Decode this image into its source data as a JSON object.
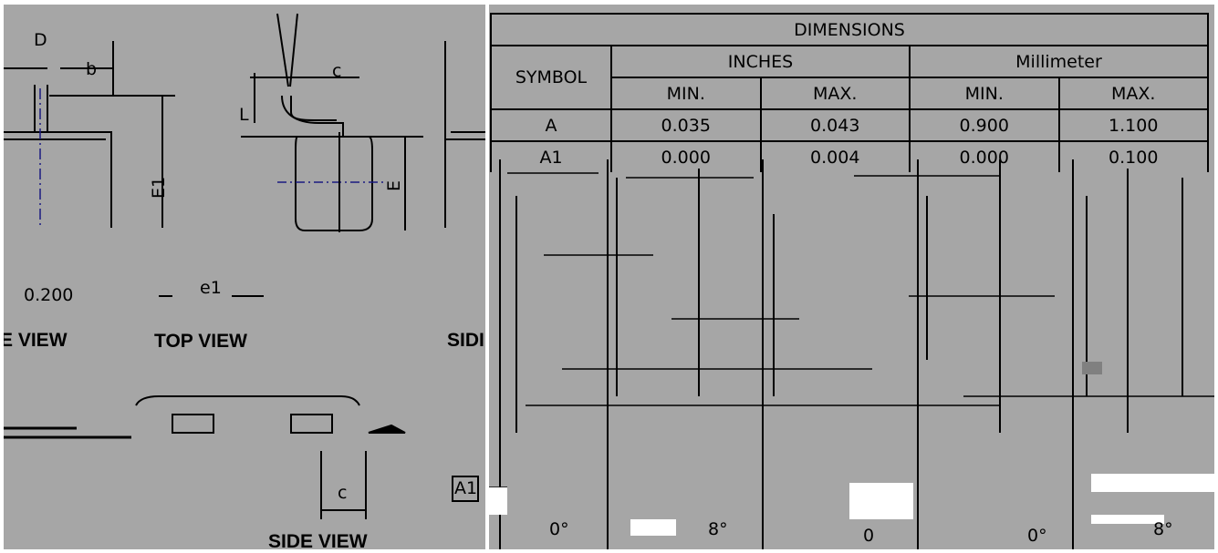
{
  "drawing": {
    "labels": {
      "D": "D",
      "b": "b",
      "c": "c",
      "L": "L",
      "E1": "E1",
      "E": "E",
      "e1": "e1",
      "pitch": "0.200",
      "A1": "A1"
    },
    "view_titles": {
      "side_left": "E VIEW",
      "top": "TOP VIEW",
      "side_right": "SIDI",
      "side_bottom": "SIDE VIEW"
    }
  },
  "table": {
    "title": "DIMENSIONS",
    "symbol_header": "SYMBOL",
    "inches_header": "INCHES",
    "mm_header": "Millimeter",
    "sub_headers": [
      "MIN.",
      "MAX.",
      "MIN.",
      "MAX."
    ],
    "rows": [
      {
        "symbol": "A",
        "inch_min": "0.035",
        "inch_max": "0.043",
        "mm_min": "0.900",
        "mm_max": "1.100"
      },
      {
        "symbol": "A1",
        "inch_min": "0.000",
        "inch_max": "0.004",
        "mm_min": "0.000",
        "mm_max": "0.100"
      }
    ],
    "bottom_rows": [
      [
        "0°",
        "8°",
        "0",
        "0°",
        "8°"
      ]
    ]
  }
}
